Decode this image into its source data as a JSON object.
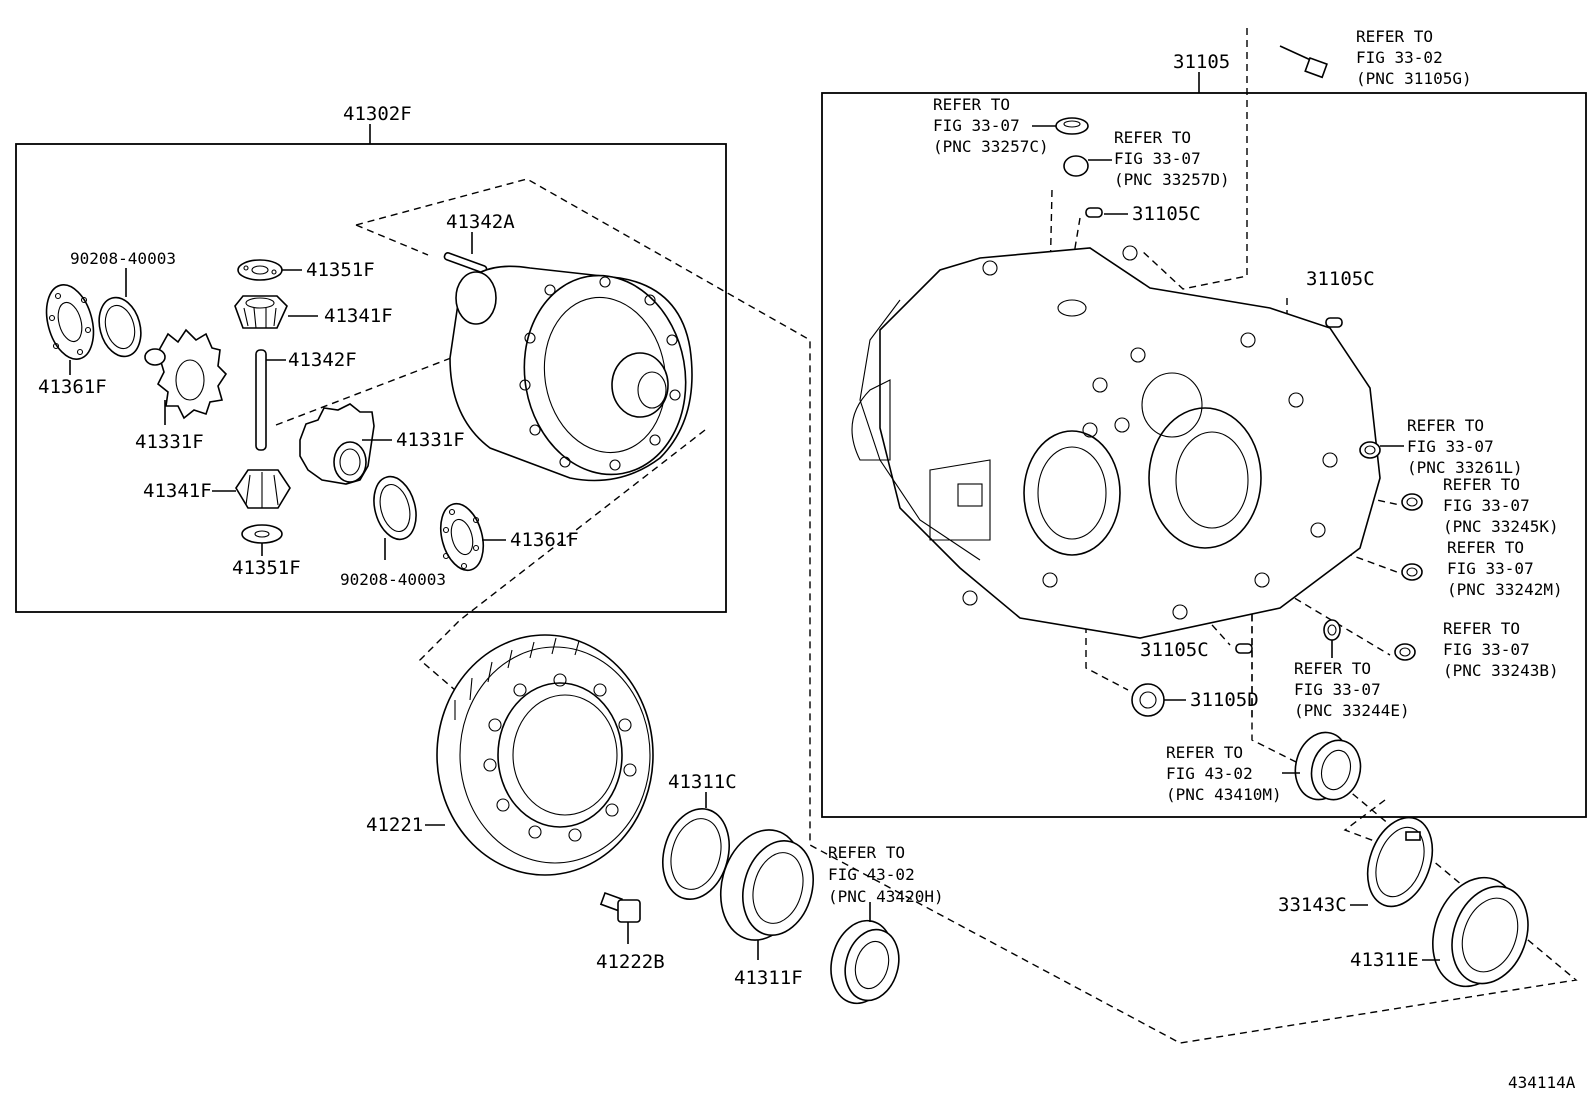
{
  "diagram_id": "434114A",
  "groups": {
    "differential_case_assy": "41302F",
    "transaxle_case": "31105"
  },
  "parts": {
    "p41342A": "41342A",
    "p90208_top": "90208-40003",
    "p41351F_top": "41351F",
    "p41341F_top": "41341F",
    "p41342F": "41342F",
    "p41361F_left": "41361F",
    "p41331F_left": "41331F",
    "p41331F_right": "41331F",
    "p41341F_bottom": "41341F",
    "p41361F_right": "41361F",
    "p41351F_bottom": "41351F",
    "p90208_bottom": "90208-40003",
    "p41221": "41221",
    "p41311C": "41311C",
    "p41222B": "41222B",
    "p41311F": "41311F",
    "p31105C_a": "31105C",
    "p31105C_b": "31105C",
    "p31105C_c": "31105C",
    "p31105D": "31105D",
    "p33143C": "33143C",
    "p41311E": "41311E"
  },
  "refs": {
    "r31105G": [
      "REFER TO",
      "FIG 33-02",
      "(PNC 31105G)"
    ],
    "r33257C": [
      "REFER TO",
      "FIG 33-07",
      "(PNC 33257C)"
    ],
    "r33257D": [
      "REFER TO",
      "FIG 33-07",
      "(PNC 33257D)"
    ],
    "r33261L": [
      "REFER TO",
      "FIG 33-07",
      "(PNC 33261L)"
    ],
    "r33245K": [
      "REFER TO",
      "FIG 33-07",
      "(PNC 33245K)"
    ],
    "r33242M": [
      "REFER TO",
      "FIG 33-07",
      "(PNC 33242M)"
    ],
    "r33243B": [
      "REFER TO",
      "FIG 33-07",
      "(PNC 33243B)"
    ],
    "r33244E": [
      "REFER TO",
      "FIG 33-07",
      "(PNC 33244E)"
    ],
    "r43410M": [
      "REFER TO",
      "FIG 43-02",
      "(PNC 43410M)"
    ],
    "r43420H": [
      "REFER TO",
      "FIG 43-02",
      "(PNC 43420H)"
    ]
  }
}
